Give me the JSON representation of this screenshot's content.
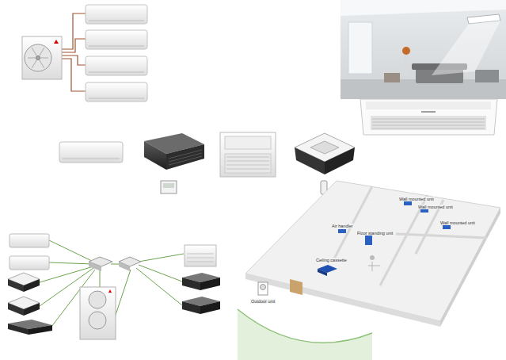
{
  "diagram": {
    "labels": [
      "Air handler",
      "Wall mounted unit",
      "Wall mounted unit",
      "Floor standing unit",
      "Wall mounted unit",
      "Ceiling cassette",
      "Outdoor unit"
    ]
  }
}
